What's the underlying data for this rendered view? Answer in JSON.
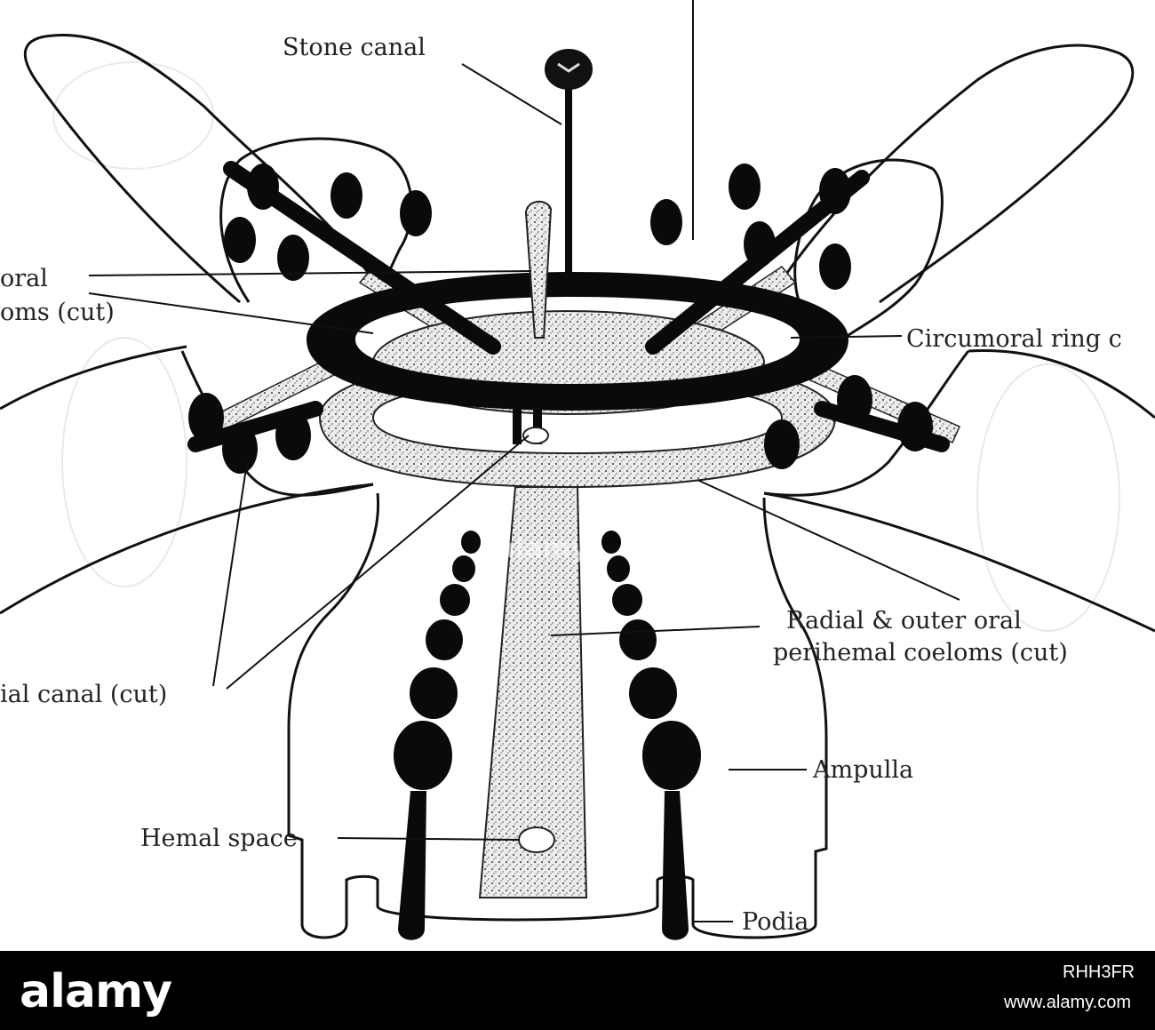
{
  "diagram": {
    "labels": {
      "stone_canal": "Stone canal",
      "inner_oral_part1": "oral",
      "inner_oral_part2": "oms (cut)",
      "circumoral_ring": "Circumoral ring c",
      "radial_outer_line1": "Radial & outer oral",
      "radial_outer_line2": "perihemal coeloms (cut)",
      "radial_canal": "ial canal (cut)",
      "ampulla": "Ampulla",
      "hemal_space": "Hemal space",
      "podia": "Podia"
    }
  },
  "watermark": {
    "text": "alamy"
  },
  "footer": {
    "logo": "alamy",
    "image_id": "RHH3FR",
    "url": "www.alamy.com"
  },
  "colors": {
    "ink": "#111111",
    "stipple": "#cfcfcf",
    "footer_bg": "#000000"
  }
}
